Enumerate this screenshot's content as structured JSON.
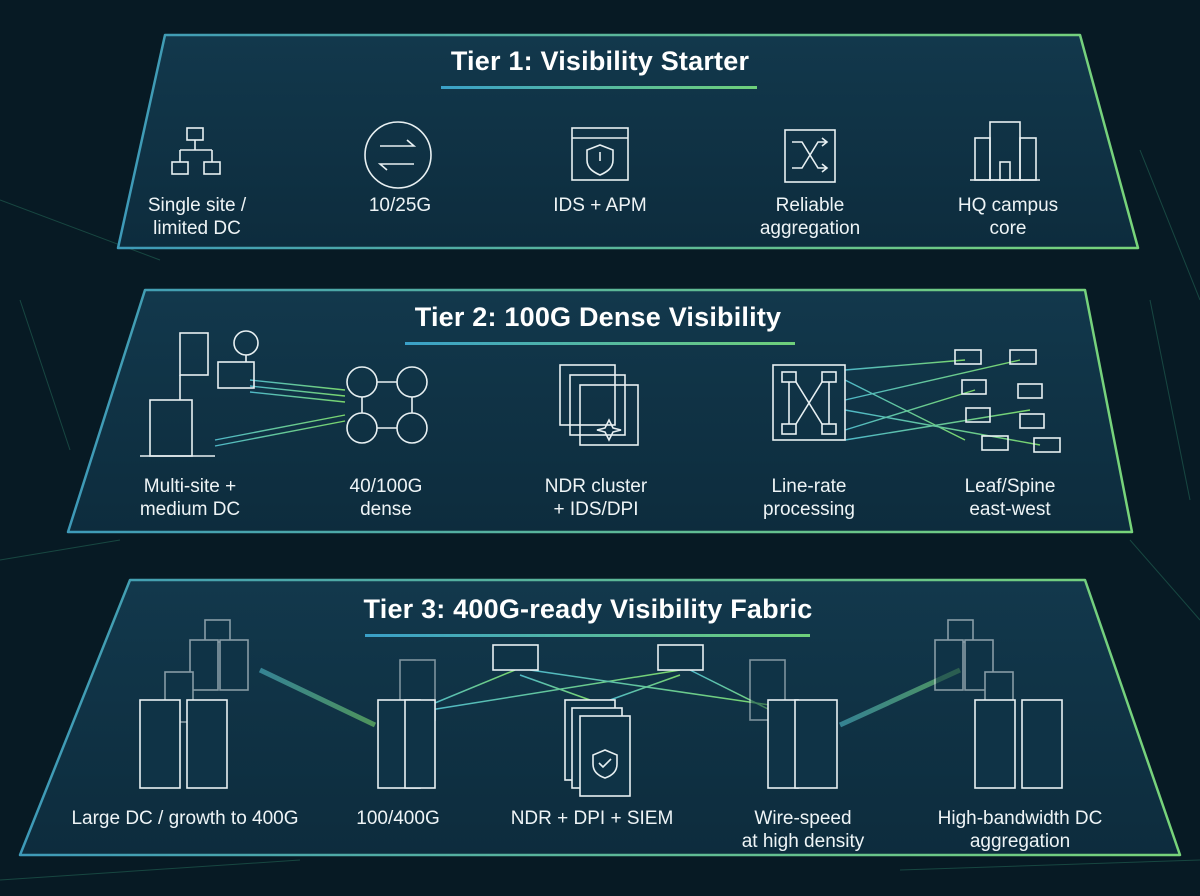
{
  "colors": {
    "background": "#071a24",
    "panel": "#0f3346",
    "border": "#5fc47a",
    "link_teal": "#4fb8c8",
    "link_green": "#6fd36f"
  },
  "tiers": [
    {
      "title": "Tier 1: Visibility Starter",
      "items": [
        {
          "icon": "network-topology-icon",
          "label": [
            "Single site /",
            "limited DC"
          ]
        },
        {
          "icon": "router-icon",
          "label": [
            "10/25G"
          ]
        },
        {
          "icon": "shield-window-icon",
          "label": [
            "IDS + APM"
          ]
        },
        {
          "icon": "shuffle-switch-icon",
          "label": [
            "Reliable",
            "aggregation"
          ]
        },
        {
          "icon": "office-building-icon",
          "label": [
            "HQ campus",
            "core"
          ]
        }
      ]
    },
    {
      "title": "Tier 2: 100G Dense Visibility",
      "items": [
        {
          "icon": "multi-building-icon",
          "label": [
            "Multi-site +",
            "medium DC"
          ]
        },
        {
          "icon": "router-mesh-icon",
          "label": [
            "40/100G",
            "dense"
          ]
        },
        {
          "icon": "server-cluster-icon",
          "label": [
            "NDR cluster",
            "+ IDS/DPI"
          ]
        },
        {
          "icon": "crossbar-switch-icon",
          "label": [
            "Line-rate",
            "processing"
          ]
        },
        {
          "icon": "leaf-spine-icon",
          "label": [
            "Leaf/Spine",
            "east-west"
          ]
        }
      ]
    },
    {
      "title": "Tier 3: 400G-ready Visibility Fabric",
      "items": [
        {
          "icon": "server-rack-icon",
          "label": [
            "Large DC / growth to 400G"
          ]
        },
        {
          "icon": "chassis-icon",
          "label": [
            "100/400G"
          ]
        },
        {
          "icon": "shield-server-icon",
          "label": [
            "NDR + DPI + SIEM"
          ]
        },
        {
          "icon": "chassis-icon",
          "label": [
            "Wire-speed",
            "at high density"
          ]
        },
        {
          "icon": "server-rack-icon",
          "label": [
            "High-bandwidth DC",
            "aggregation"
          ]
        }
      ]
    }
  ]
}
